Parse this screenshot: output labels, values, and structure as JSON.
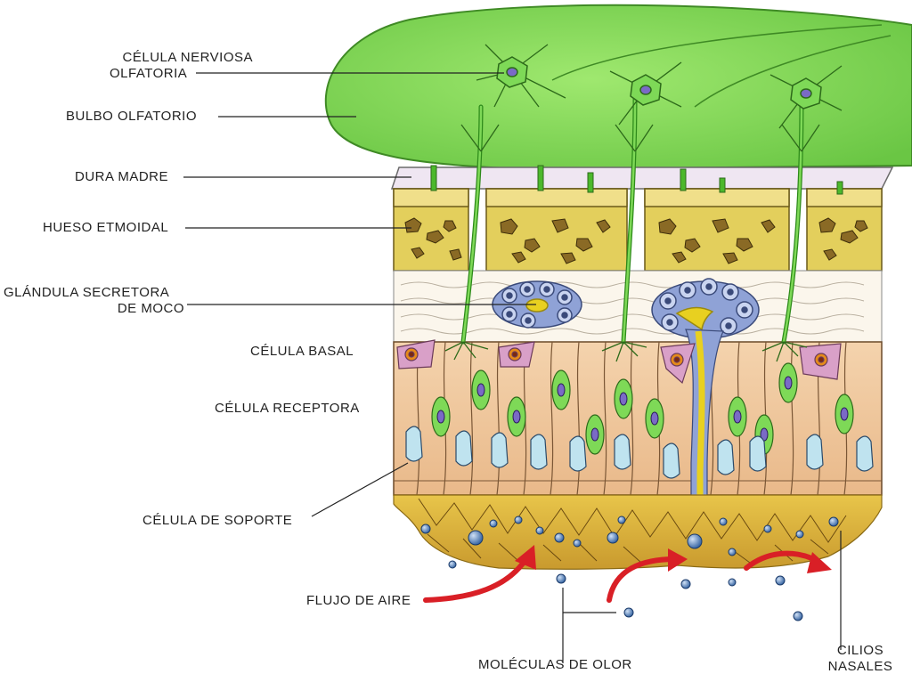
{
  "labels": {
    "celula_nerviosa_l1": "CÉLULA NERVIOSA",
    "celula_nerviosa_l2": "OLFATORIA",
    "bulbo": "BULBO OLFATORIO",
    "dura": "DURA MADRE",
    "hueso": "HUESO ETMOIDAL",
    "glandula_l1": "GLÁNDULA SECRETORA",
    "glandula_l2": "DE MOCO",
    "basal": "CÉLULA BASAL",
    "receptora": "CÉLULA RECEPTORA",
    "soporte": "CÉLULA DE SOPORTE",
    "flujo": "FLUJO DE AIRE",
    "moleculas": "MOLÉCULAS DE OLOR",
    "cilios_l1": "CILIOS",
    "cilios_l2": "NASALES"
  },
  "colors": {
    "bulb_green": "#7ed957",
    "nerve_green": "#4cb82c",
    "bone_yellow": "#e3cf5c",
    "epithelium_peach": "#f2c79a",
    "mucus_yellow": "#e8c54a",
    "gland_blue": "#8fa2d6",
    "basal_pink": "#d9a0c8",
    "support_blue": "#bfe3ef",
    "arrow_red": "#d91f26",
    "molecule_blue": "#3b6fb0"
  }
}
